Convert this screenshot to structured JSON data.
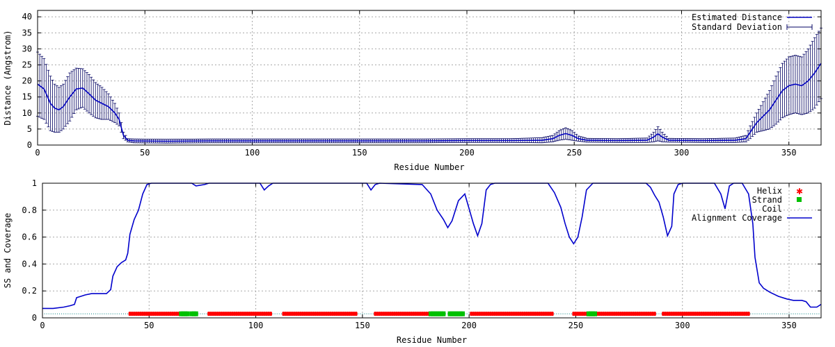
{
  "colors": {
    "estimated_distance": "#0000c0",
    "standard_deviation": "#000060",
    "alignment_coverage": "#0000cc",
    "helix": "#ff0000",
    "strand": "#00c000",
    "coil": "#008080",
    "grid": "#a8a8a8"
  },
  "chart_data": [
    {
      "type": "line",
      "panel": "distance",
      "xlabel": "Residue Number",
      "ylabel": "Distance (Angstrom)",
      "xlim": [
        0,
        365
      ],
      "ylim": [
        0,
        42
      ],
      "xticks": [
        0,
        50,
        100,
        150,
        200,
        250,
        300,
        350
      ],
      "yticks": [
        0,
        5,
        10,
        15,
        20,
        25,
        30,
        35,
        40
      ],
      "grid": true,
      "legend_position": "top-right",
      "series": [
        {
          "name": "Estimated Distance",
          "style": "line",
          "points": [
            [
              0,
              19
            ],
            [
              3,
              17.5
            ],
            [
              6,
              13
            ],
            [
              8,
              11.5
            ],
            [
              10,
              11
            ],
            [
              12,
              12
            ],
            [
              15,
              15
            ],
            [
              18,
              17.5
            ],
            [
              21,
              17.8
            ],
            [
              24,
              16
            ],
            [
              27,
              14
            ],
            [
              30,
              13
            ],
            [
              33,
              12
            ],
            [
              36,
              10
            ],
            [
              38,
              8
            ],
            [
              40,
              3
            ],
            [
              42,
              1.5
            ],
            [
              45,
              1.3
            ],
            [
              60,
              1.2
            ],
            [
              80,
              1.3
            ],
            [
              100,
              1.3
            ],
            [
              120,
              1.3
            ],
            [
              140,
              1.3
            ],
            [
              160,
              1.3
            ],
            [
              180,
              1.3
            ],
            [
              200,
              1.4
            ],
            [
              220,
              1.4
            ],
            [
              235,
              1.5
            ],
            [
              240,
              2
            ],
            [
              243,
              3
            ],
            [
              246,
              3.6
            ],
            [
              249,
              3
            ],
            [
              252,
              2
            ],
            [
              256,
              1.5
            ],
            [
              270,
              1.4
            ],
            [
              284,
              1.5
            ],
            [
              287,
              2.5
            ],
            [
              289,
              3.5
            ],
            [
              291,
              2.5
            ],
            [
              294,
              1.5
            ],
            [
              310,
              1.4
            ],
            [
              325,
              1.5
            ],
            [
              330,
              2
            ],
            [
              332,
              4
            ],
            [
              335,
              7
            ],
            [
              338,
              9
            ],
            [
              341,
              11
            ],
            [
              344,
              14
            ],
            [
              347,
              17
            ],
            [
              350,
              18.5
            ],
            [
              353,
              19
            ],
            [
              356,
              18.5
            ],
            [
              359,
              20
            ],
            [
              362,
              22.5
            ],
            [
              365,
              25.5
            ]
          ]
        },
        {
          "name": "Standard Deviation",
          "style": "errorbars",
          "points": [
            [
              0,
              19,
              10
            ],
            [
              3,
              17.5,
              9.5
            ],
            [
              6,
              13,
              8.5
            ],
            [
              8,
              11.5,
              7.5
            ],
            [
              10,
              11,
              7
            ],
            [
              12,
              12,
              7
            ],
            [
              15,
              15,
              7.5
            ],
            [
              18,
              17.5,
              6.5
            ],
            [
              21,
              17.8,
              6
            ],
            [
              24,
              16,
              6
            ],
            [
              27,
              14,
              5.5
            ],
            [
              30,
              13,
              5
            ],
            [
              33,
              12,
              4
            ],
            [
              36,
              10,
              3
            ],
            [
              38,
              8,
              2
            ],
            [
              40,
              3,
              1
            ],
            [
              42,
              1.5,
              0.5
            ],
            [
              45,
              1.3,
              0.6
            ],
            [
              60,
              1.2,
              0.6
            ],
            [
              80,
              1.3,
              0.6
            ],
            [
              100,
              1.3,
              0.6
            ],
            [
              120,
              1.3,
              0.6
            ],
            [
              140,
              1.3,
              0.6
            ],
            [
              160,
              1.3,
              0.6
            ],
            [
              180,
              1.3,
              0.6
            ],
            [
              200,
              1.4,
              0.6
            ],
            [
              220,
              1.4,
              0.6
            ],
            [
              235,
              1.5,
              0.8
            ],
            [
              240,
              2,
              1
            ],
            [
              243,
              3,
              1.5
            ],
            [
              246,
              3.6,
              1.8
            ],
            [
              249,
              3,
              1.5
            ],
            [
              252,
              2,
              0.8
            ],
            [
              256,
              1.5,
              0.6
            ],
            [
              270,
              1.4,
              0.6
            ],
            [
              284,
              1.5,
              0.7
            ],
            [
              287,
              2.5,
              1.5
            ],
            [
              289,
              3.5,
              2.2
            ],
            [
              291,
              2.5,
              1.5
            ],
            [
              294,
              1.5,
              0.6
            ],
            [
              310,
              1.4,
              0.6
            ],
            [
              325,
              1.5,
              0.7
            ],
            [
              330,
              2,
              1
            ],
            [
              332,
              4,
              2
            ],
            [
              335,
              7,
              3
            ],
            [
              338,
              9,
              4.5
            ],
            [
              341,
              11,
              6
            ],
            [
              344,
              14,
              7.5
            ],
            [
              347,
              17,
              8.5
            ],
            [
              350,
              18.5,
              9
            ],
            [
              353,
              19,
              9
            ],
            [
              356,
              18.5,
              9
            ],
            [
              359,
              20,
              10
            ],
            [
              362,
              22.5,
              11
            ],
            [
              365,
              25.5,
              11
            ]
          ]
        }
      ]
    },
    {
      "type": "line",
      "panel": "coverage",
      "xlabel": "Residue Number",
      "ylabel": "SS and Coverage",
      "xlim": [
        0,
        365
      ],
      "ylim": [
        0,
        1
      ],
      "xticks": [
        0,
        50,
        100,
        150,
        200,
        250,
        300,
        350
      ],
      "yticks": [
        0,
        0.2,
        0.4,
        0.6,
        0.8,
        1
      ],
      "ytick_labels": [
        "0",
        "0.2",
        "0.4",
        "0.6",
        "0.8",
        "1"
      ],
      "grid": true,
      "legend_position": "top-right",
      "ss_level": 0.03,
      "series": [
        {
          "name": "Helix",
          "style": "points",
          "ranges": [
            [
              41,
              65
            ],
            [
              78,
              107
            ],
            [
              113,
              147
            ],
            [
              156,
              182
            ],
            [
              201,
              239
            ],
            [
              249,
              257
            ],
            [
              260,
              287
            ],
            [
              291,
              331
            ]
          ]
        },
        {
          "name": "Strand",
          "style": "points",
          "ranges": [
            [
              65,
              68
            ],
            [
              70,
              72
            ],
            [
              182,
              188
            ],
            [
              191,
              197
            ],
            [
              256,
              259
            ]
          ]
        },
        {
          "name": "Coil",
          "style": "points",
          "ranges": [
            [
              0,
              365
            ]
          ]
        },
        {
          "name": "Alignment Coverage",
          "style": "line",
          "points": [
            [
              0,
              0.07
            ],
            [
              5,
              0.07
            ],
            [
              10,
              0.08
            ],
            [
              13,
              0.09
            ],
            [
              15,
              0.1
            ],
            [
              16,
              0.15
            ],
            [
              18,
              0.16
            ],
            [
              20,
              0.17
            ],
            [
              23,
              0.18
            ],
            [
              27,
              0.18
            ],
            [
              30,
              0.18
            ],
            [
              32,
              0.21
            ],
            [
              33,
              0.31
            ],
            [
              35,
              0.38
            ],
            [
              37,
              0.41
            ],
            [
              39,
              0.43
            ],
            [
              40,
              0.48
            ],
            [
              41,
              0.62
            ],
            [
              43,
              0.73
            ],
            [
              45,
              0.8
            ],
            [
              47,
              0.92
            ],
            [
              49,
              0.99
            ],
            [
              51,
              1
            ],
            [
              70,
              1
            ],
            [
              72,
              0.98
            ],
            [
              76,
              0.99
            ],
            [
              78,
              1
            ],
            [
              102,
              1
            ],
            [
              104,
              0.95
            ],
            [
              106,
              0.98
            ],
            [
              108,
              1
            ],
            [
              152,
              1
            ],
            [
              154,
              0.95
            ],
            [
              156,
              0.99
            ],
            [
              158,
              1
            ],
            [
              178,
              0.99
            ],
            [
              182,
              0.92
            ],
            [
              185,
              0.8
            ],
            [
              188,
              0.73
            ],
            [
              190,
              0.67
            ],
            [
              192,
              0.72
            ],
            [
              195,
              0.87
            ],
            [
              198,
              0.92
            ],
            [
              200,
              0.81
            ],
            [
              202,
              0.7
            ],
            [
              204,
              0.61
            ],
            [
              206,
              0.7
            ],
            [
              208,
              0.95
            ],
            [
              210,
              0.99
            ],
            [
              212,
              1
            ],
            [
              237,
              1
            ],
            [
              240,
              0.93
            ],
            [
              243,
              0.82
            ],
            [
              245,
              0.7
            ],
            [
              247,
              0.6
            ],
            [
              249,
              0.55
            ],
            [
              251,
              0.6
            ],
            [
              253,
              0.75
            ],
            [
              255,
              0.95
            ],
            [
              258,
              1
            ],
            [
              283,
              1
            ],
            [
              285,
              0.97
            ],
            [
              287,
              0.91
            ],
            [
              289,
              0.86
            ],
            [
              291,
              0.75
            ],
            [
              293,
              0.61
            ],
            [
              295,
              0.68
            ],
            [
              296,
              0.92
            ],
            [
              298,
              0.99
            ],
            [
              300,
              1
            ],
            [
              315,
              1
            ],
            [
              318,
              0.92
            ],
            [
              320,
              0.81
            ],
            [
              322,
              0.98
            ],
            [
              324,
              1
            ],
            [
              328,
              1
            ],
            [
              331,
              0.92
            ],
            [
              333,
              0.7
            ],
            [
              334,
              0.45
            ],
            [
              336,
              0.26
            ],
            [
              338,
              0.22
            ],
            [
              341,
              0.19
            ],
            [
              345,
              0.16
            ],
            [
              349,
              0.14
            ],
            [
              352,
              0.13
            ],
            [
              356,
              0.13
            ],
            [
              358,
              0.12
            ],
            [
              360,
              0.08
            ],
            [
              363,
              0.08
            ],
            [
              365,
              0.1
            ]
          ]
        }
      ]
    }
  ]
}
